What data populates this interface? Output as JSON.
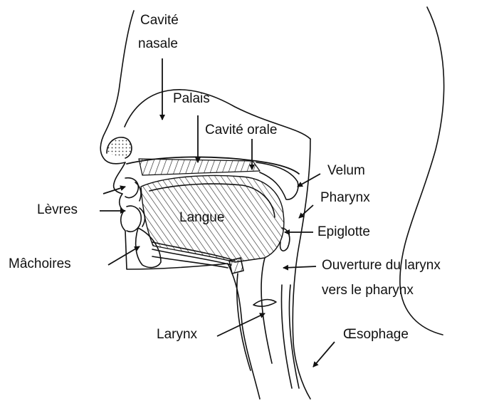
{
  "diagram": {
    "labels": {
      "cavite_nasale_1": "Cavité",
      "cavite_nasale_2": "nasale",
      "palais": "Palais",
      "cavite_orale": "Cavité orale",
      "velum": "Velum",
      "pharynx": "Pharynx",
      "levres": "Lèvres",
      "langue": "Langue",
      "epiglotte": "Epiglotte",
      "machoires": "Mâchoires",
      "ouverture_1": "Ouverture du larynx",
      "ouverture_2": "vers le pharynx",
      "larynx": "Larynx",
      "oesophage": "Œsophage"
    },
    "colors": {
      "ink": "#111111",
      "background": "#ffffff"
    }
  }
}
